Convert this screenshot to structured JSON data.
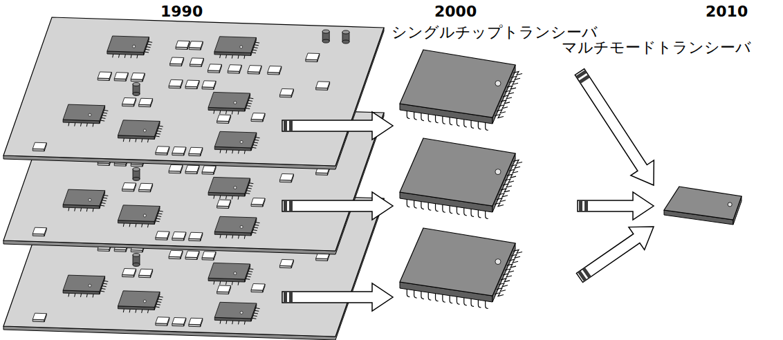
{
  "diagram": {
    "labels": [
      "1990",
      "2000",
      "2010",
      "シングルチップトランシーバ",
      "マルチモードトランシーバ"
    ]
  }
}
